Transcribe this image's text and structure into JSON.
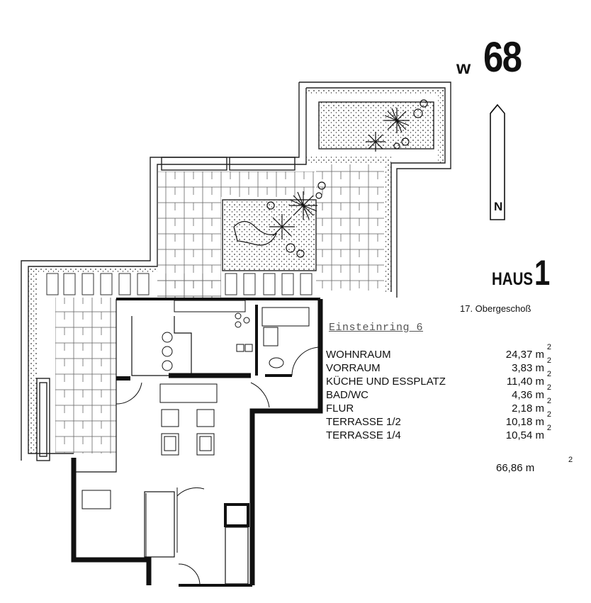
{
  "unit": {
    "prefix": "w",
    "number": "68"
  },
  "north_label": "N",
  "building": {
    "label": "HAUS",
    "number": "1"
  },
  "floor": "17. Obergeschoß",
  "street": "Einsteinring 6",
  "rooms": [
    {
      "name": "WOHNRAUM",
      "area": "24,37 m",
      "exp": "2"
    },
    {
      "name": "VORRAUM",
      "area": "3,83 m",
      "exp": "2"
    },
    {
      "name": "KÜCHE UND ESSPLATZ",
      "area": "11,40 m",
      "exp": "2"
    },
    {
      "name": "BAD/WC",
      "area": "4,36 m",
      "exp": "2"
    },
    {
      "name": "FLUR",
      "area": "2,18 m",
      "exp": "2"
    },
    {
      "name": "TERRASSE 1/2",
      "area": "10,18 m",
      "exp": "2"
    },
    {
      "name": "TERRASSE 1/4",
      "area": "10,54 m",
      "exp": "2"
    }
  ],
  "total": {
    "area": "66,86 m",
    "exp": "2"
  }
}
